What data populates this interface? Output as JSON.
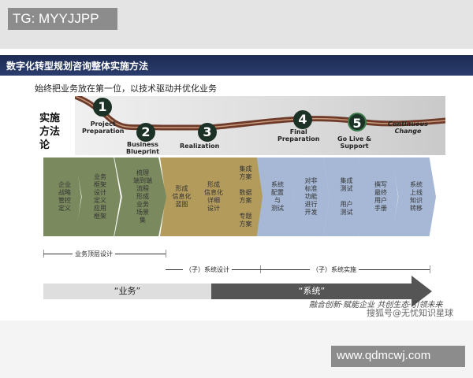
{
  "watermark_top": "TG: MYYJJPP",
  "title": "数字化转型规划咨询整体实施方法",
  "subtitle": "始终把业务放在第一位，以技术驱动并优化业务",
  "methodology_label": "实施方法论",
  "stages": [
    {
      "num": "1",
      "label": "Project\nPreparation"
    },
    {
      "num": "2",
      "label": "Business\nBlueprint"
    },
    {
      "num": "3",
      "label": "Realization"
    },
    {
      "num": "4",
      "label": "Final\nPreparation"
    },
    {
      "num": "5",
      "label": "Go Live &\nSupport"
    }
  ],
  "continuous": "Continuous\nChange",
  "steps": [
    {
      "text": "企业\n战略\n管控\n定义",
      "color": "#7a8a5e"
    },
    {
      "text": "业务\n框架\n设计\n定义\n应用\n框架",
      "color": "#7a8a5e"
    },
    {
      "text": "梳理\n端到端\n流程\n形成\n业务\n场景\n集",
      "color": "#7a8a5e"
    },
    {
      "text": "形成\n信息化\n蓝图",
      "color": "#b39b5c"
    },
    {
      "text": "形成\n信息化\n详细\n设计",
      "color": "#b39b5c"
    },
    {
      "text": "集成\n方案\n\n数据\n方案\n\n专题\n方案",
      "color": "#b39b5c"
    },
    {
      "text": "系统\n配置\n与\n测试",
      "color": "#a6b8d6"
    },
    {
      "text": "对非\n标准\n功能\n进行\n开发",
      "color": "#a6b8d6"
    },
    {
      "text": "集成\n测试\n\n用户\n测试",
      "color": "#a6b8d6"
    },
    {
      "text": "撰写\n最终\n用户\n手册",
      "color": "#a6b8d6"
    },
    {
      "text": "系统\n上线\n知识\n转移",
      "color": "#a6b8d6"
    }
  ],
  "phases": {
    "p1": "业务顶层设计",
    "p2": "（子）系统设计",
    "p3": "（子）系统实施"
  },
  "arrow": {
    "business": "“业务”",
    "system": "“系统”"
  },
  "slogan": "融合创新·赋能企业  共创生态·引领未来",
  "sohu": "搜狐号@无忧知识星球",
  "watermark_bottom": "www.qdmcwj.com"
}
